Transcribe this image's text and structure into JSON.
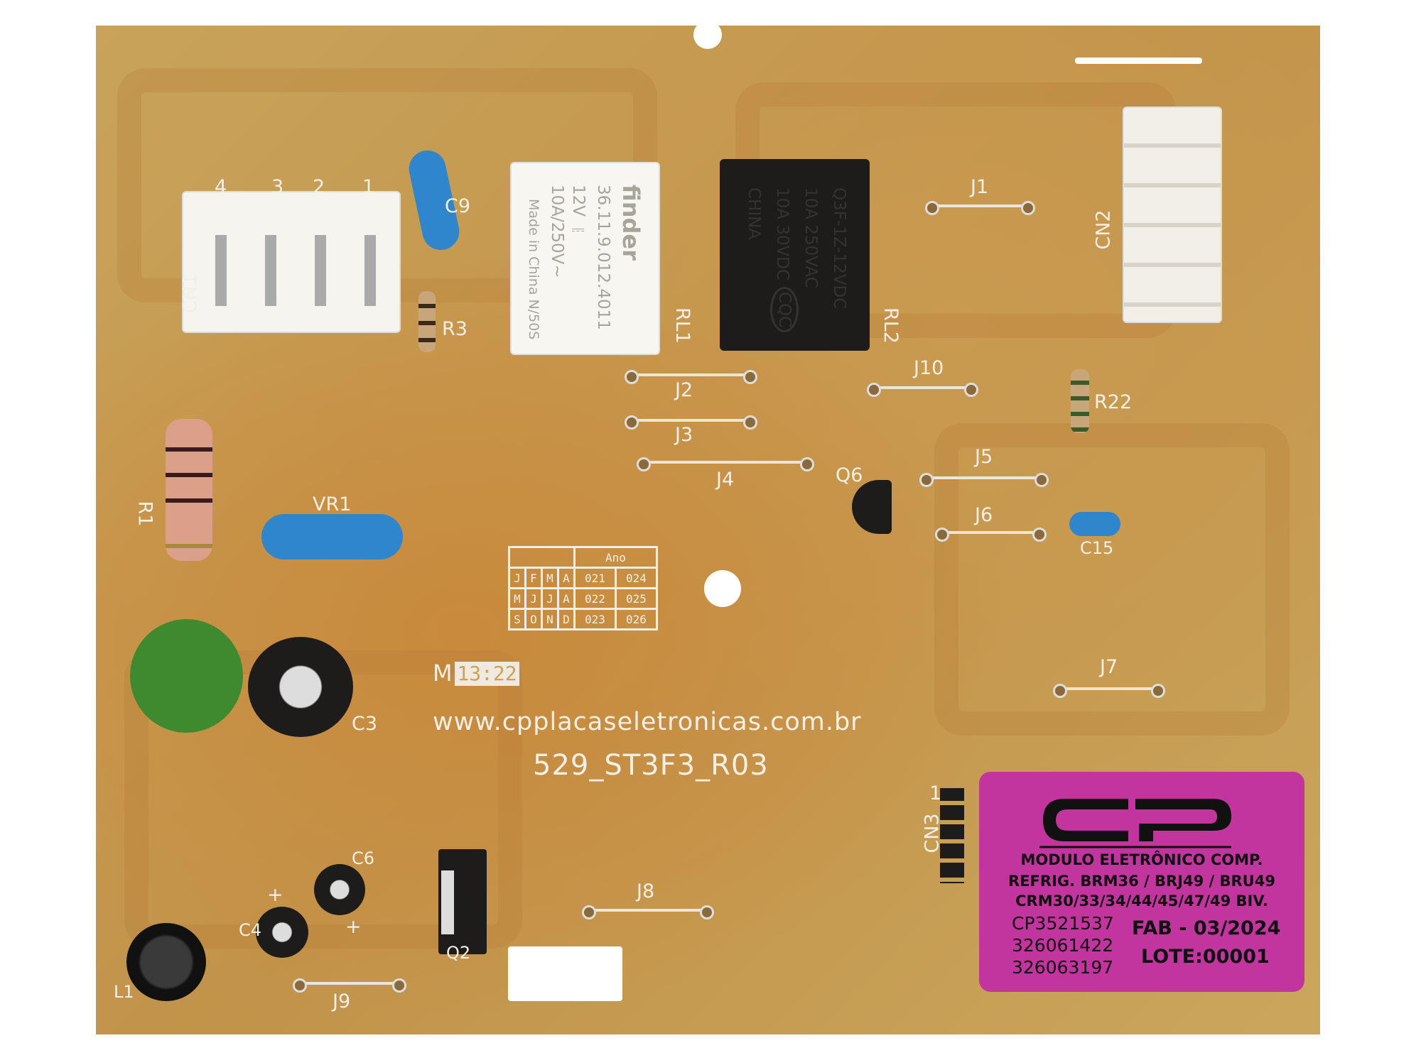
{
  "board": {
    "url": "www.cpplacaseletronicas.com.br",
    "code": "529_ST3F3_R03",
    "date_prefix": "M",
    "date_code": "13:22",
    "colors": {
      "pcb": "#c9a35a",
      "label": "#c2359f",
      "capacitor": "#2f86cc"
    }
  },
  "silkscreen": {
    "CN1": "CN1",
    "CN1_pins": [
      "4",
      "3",
      "2",
      "1"
    ],
    "C9": "C9",
    "R3": "R3",
    "RL1": "RL1",
    "RL2": "RL2",
    "J1": "J1",
    "CN2": "CN2",
    "J2": "J2",
    "J3": "J3",
    "J4": "J4",
    "J10": "J10",
    "R22": "R22",
    "J5": "J5",
    "J6": "J6",
    "Q6": "Q6",
    "C15": "C15",
    "R1": "R1",
    "VR1": "VR1",
    "C3": "C3",
    "J7": "J7",
    "CN3": "CN3",
    "CN3_pin": "1",
    "C6": "C6",
    "C4": "C4",
    "L1": "L1",
    "Q2": "Q2",
    "J8": "J8",
    "J9": "J9",
    "plus": "+"
  },
  "relay1": {
    "brand": "finder",
    "part": "36.11.9.012.4011",
    "coil": "12V ⎓",
    "rating": "10A/250V~",
    "origin": "Made in China  N/50S"
  },
  "relay2": {
    "part": "Q3F-1Z-12VDC",
    "rating_ac": "10A 250VAC",
    "rating_dc": "10A 30VDC",
    "origin": "CHINA",
    "cert": "CQC"
  },
  "date_table": {
    "header": "Ano",
    "rows": [
      [
        "J",
        "F",
        "M",
        "A",
        "021",
        "024"
      ],
      [
        "M",
        "J",
        "J",
        "A",
        "022",
        "025"
      ],
      [
        "S",
        "O",
        "N",
        "D",
        "023",
        "026"
      ]
    ]
  },
  "label": {
    "logo": "CP",
    "lines": [
      "MODULO ELETRÔNICO COMP.",
      "REFRIG. BRM36 / BRJ49 / BRU49",
      "CRM30/33/34/44/45/47/49  BIV."
    ],
    "codes": [
      "CP3521537",
      "326061422",
      "326063197"
    ],
    "fab": "FAB - 03/2024",
    "lote": "LOTE:00001"
  }
}
